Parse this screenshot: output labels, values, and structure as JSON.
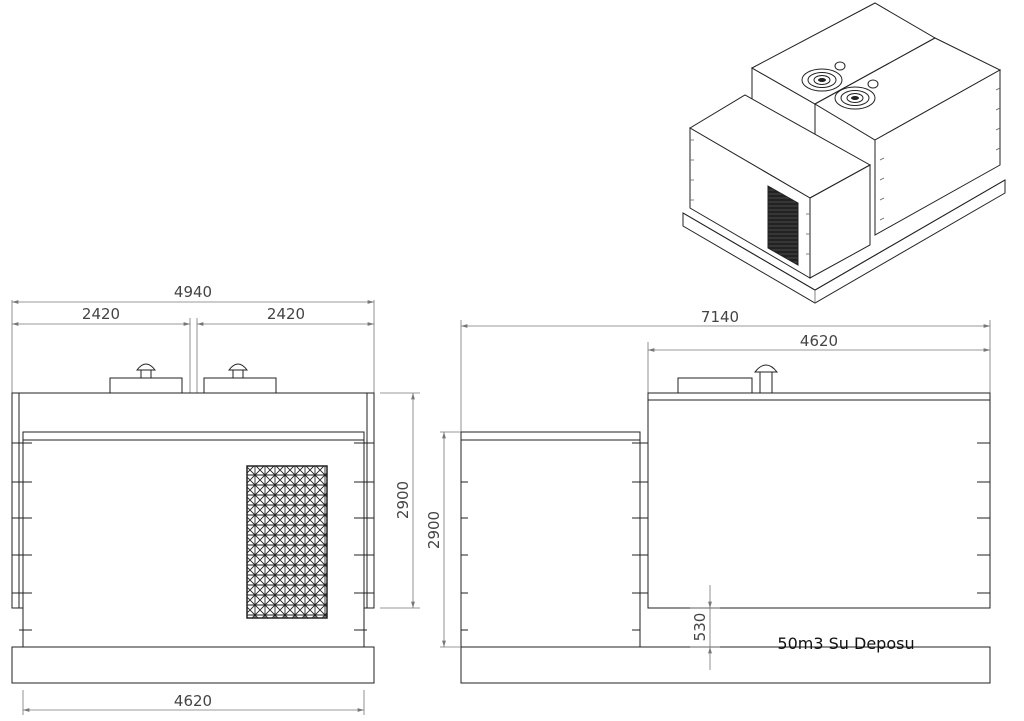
{
  "front_view": {
    "dim_total_width": "4940",
    "dim_left_half": "2420",
    "dim_right_half": "2420",
    "dim_height": "2900",
    "dim_base_width": "4620"
  },
  "side_view": {
    "dim_total_length": "7140",
    "dim_tank_length": "4620",
    "dim_height": "2900",
    "dim_clearance": "530",
    "tank_label": "50m3 Su Deposu"
  }
}
